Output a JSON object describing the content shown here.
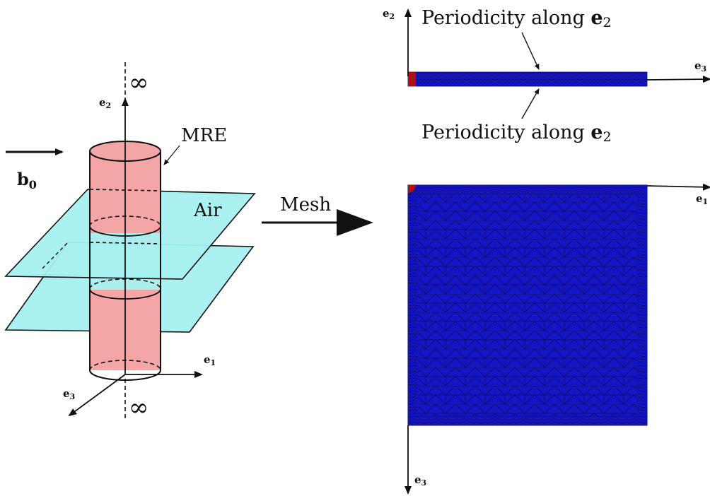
{
  "labels": {
    "infinity_top": "∞",
    "infinity_bottom": "∞",
    "e2_left": "e",
    "e2_left_sub": "2",
    "e1_left": "e",
    "e1_left_sub": "1",
    "e3_left": "e",
    "e3_left_sub": "3",
    "mre": "MRE",
    "air": "Air",
    "b0": "b",
    "b0_sub": "0",
    "mesh": "Mesh",
    "periodicity_top": "Periodicity along ",
    "periodicity_top_vec": "e",
    "periodicity_top_sub": "2",
    "periodicity_bottom": "Periodicity along ",
    "periodicity_bottom_vec": "e",
    "periodicity_bottom_sub": "2",
    "e2_right": "e",
    "e2_right_sub": "2",
    "e3_right_top": "e",
    "e3_right_top_sub": "3",
    "e1_right": "e",
    "e1_right_sub": "1",
    "e3_right_bottom": "e",
    "e3_right_bottom_sub": "3"
  },
  "colors": {
    "mre": "#f4a6a6",
    "air": "#a8f0f0",
    "mesh_fill": "#1515c8",
    "mesh_line": "#0a0a50",
    "mre_mesh": "#b01010"
  }
}
